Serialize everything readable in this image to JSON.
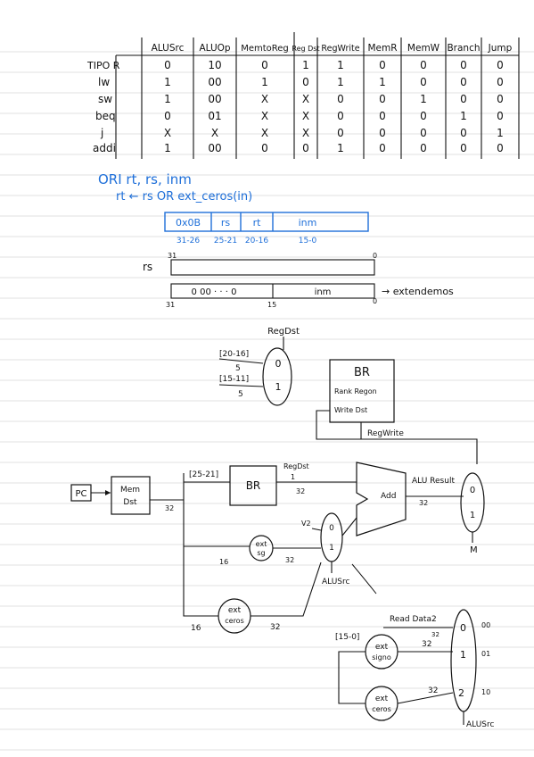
{
  "table": {
    "columns": [
      "ALUSrc",
      "ALUOp",
      "MemtoReg",
      "Reg Dst",
      "RegWrite",
      "MemR",
      "MemW",
      "Branch",
      "Jump"
    ],
    "rows": [
      {
        "label": "TIPO R",
        "cells": [
          "0",
          "10",
          "0",
          "1",
          "1",
          "0",
          "0",
          "0",
          "0"
        ]
      },
      {
        "label": "lw",
        "cells": [
          "1",
          "00",
          "1",
          "0",
          "1",
          "1",
          "0",
          "0",
          "0"
        ]
      },
      {
        "label": "sw",
        "cells": [
          "1",
          "00",
          "X",
          "X",
          "0",
          "0",
          "1",
          "0",
          "0"
        ]
      },
      {
        "label": "beq",
        "cells": [
          "0",
          "01",
          "X",
          "X",
          "0",
          "0",
          "0",
          "1",
          "0"
        ]
      },
      {
        "label": "j",
        "cells": [
          "X",
          "X",
          "X",
          "X",
          "0",
          "0",
          "0",
          "0",
          "1"
        ]
      },
      {
        "label": "addi",
        "cells": [
          "1",
          "00",
          "0",
          "0",
          "1",
          "0",
          "0",
          "0",
          "0"
        ]
      }
    ]
  },
  "ori": {
    "line1": "ORI  rt, rs, inm",
    "line2": "rt ← rs OR ext_ceros(in)",
    "format_fields": [
      "0x0B",
      "rs",
      "rt",
      "inm"
    ],
    "format_bits": [
      "31-26",
      "25-21",
      "20-16",
      "15-0"
    ]
  },
  "extend": {
    "reg_label": "rs",
    "bit_31_top": "31",
    "bit_0_top": "0",
    "zeros": "0 00 · · · 0",
    "inm": "inm",
    "note": "→ extendemos",
    "bit_31_bottom": "31",
    "bit_15_bottom": "15",
    "bit_0_bottom": "0"
  },
  "regdst_mux": {
    "title": "RegDst",
    "in0": "[20-16]",
    "in1": "[15-11]",
    "w0": "5",
    "w1": "5",
    "sel0": "0",
    "sel1": "1"
  },
  "br_box": {
    "title": "BR",
    "line1": "Rank Regon",
    "line2": "Write Dst",
    "regwrite": "RegWrite"
  },
  "datapath": {
    "pc": "PC",
    "mem_line1": "Mem",
    "mem_line2": "Dst",
    "w32a": "32",
    "bits_2521": "[25-21]",
    "br": "BR",
    "regdst": "RegDst",
    "one": "1",
    "w32b": "32",
    "add": "Add",
    "alu_result": "ALU Result",
    "w32c": "32",
    "m_label": "M",
    "mux_a_0": "0",
    "mux_a_1": "1",
    "alu_mux_0": "0",
    "alu_mux_1": "1",
    "v2": "V2",
    "ext_sign_1": "ext",
    "ext_sign_2": "sg",
    "w16a": "16",
    "w32d": "32",
    "alusrc": "ALUSrc",
    "ext_zero_1": "ext",
    "ext_zero_2": "ceros",
    "w16b": "16",
    "w32e": "32"
  },
  "bottom_mux": {
    "read_data": "Read Data2",
    "w32a": "32",
    "bits": "[15-0]",
    "ext1_a": "ext",
    "ext1_b": "signo",
    "w32b": "32",
    "ext2_a": "ext",
    "ext2_b": "ceros",
    "w32c": "32",
    "in0": "0",
    "in1": "1",
    "in2": "2",
    "code0": "00",
    "code1": "01",
    "code2": "10",
    "alusrc": "ALUSrc"
  }
}
